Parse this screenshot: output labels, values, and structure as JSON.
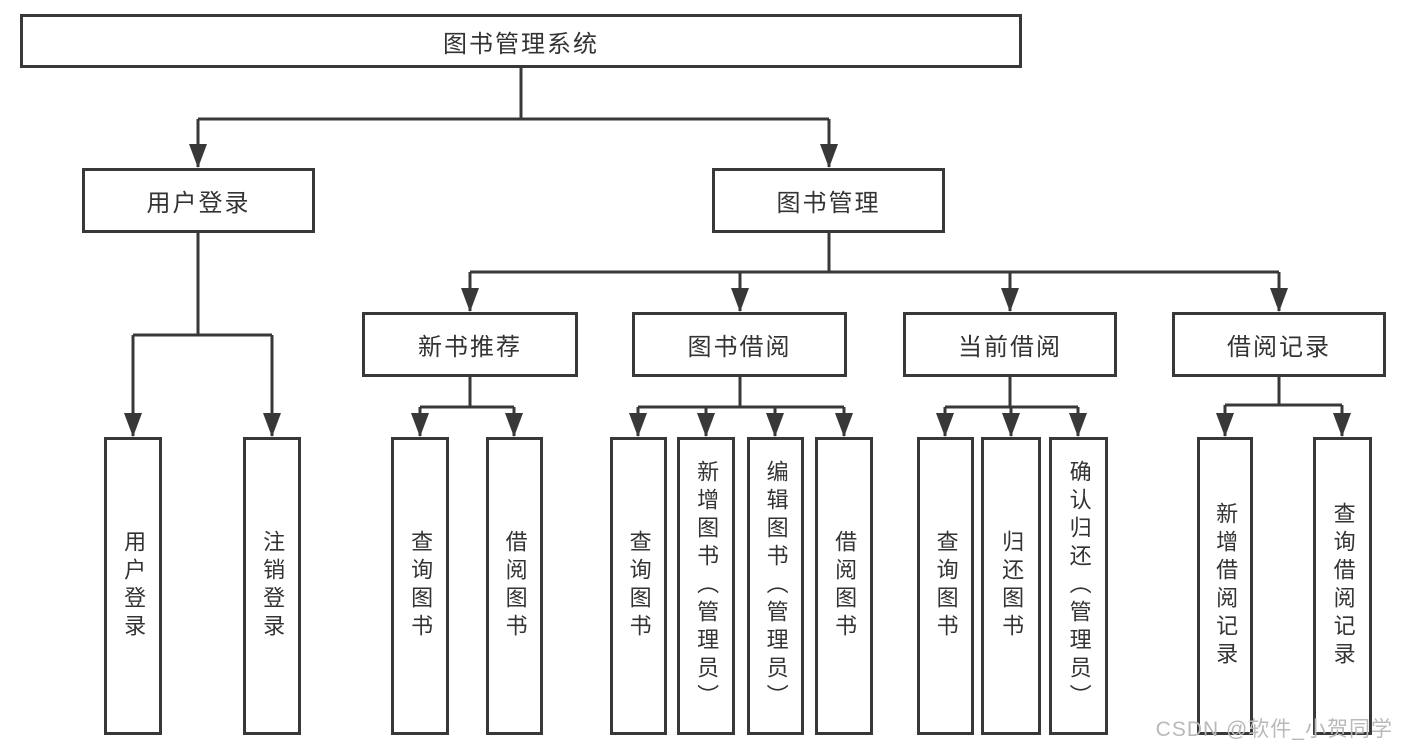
{
  "diagram_type": "hierarchy-chart",
  "colors": {
    "line": "#383838",
    "box_border": "#383838",
    "text": "#333333",
    "watermark": "#b9b9b9",
    "background": "#ffffff"
  },
  "tree": {
    "label": "图书管理系统",
    "children": [
      {
        "label": "用户登录",
        "children": [
          {
            "label": "用户登录"
          },
          {
            "label": "注销登录"
          }
        ]
      },
      {
        "label": "图书管理",
        "children": [
          {
            "label": "新书推荐",
            "children": [
              {
                "label": "查询图书"
              },
              {
                "label": "借阅图书"
              }
            ]
          },
          {
            "label": "图书借阅",
            "children": [
              {
                "label": "查询图书"
              },
              {
                "label": "新增图书（管理员）"
              },
              {
                "label": "编辑图书（管理员）"
              },
              {
                "label": "借阅图书"
              }
            ]
          },
          {
            "label": "当前借阅",
            "children": [
              {
                "label": "查询图书"
              },
              {
                "label": "归还图书"
              },
              {
                "label": "确认归还（管理员）"
              }
            ]
          },
          {
            "label": "借阅记录",
            "children": [
              {
                "label": "新增借阅记录"
              },
              {
                "label": "查询借阅记录"
              }
            ]
          }
        ]
      }
    ]
  },
  "watermark": {
    "text": "CSDN @软件_小贺同学"
  }
}
